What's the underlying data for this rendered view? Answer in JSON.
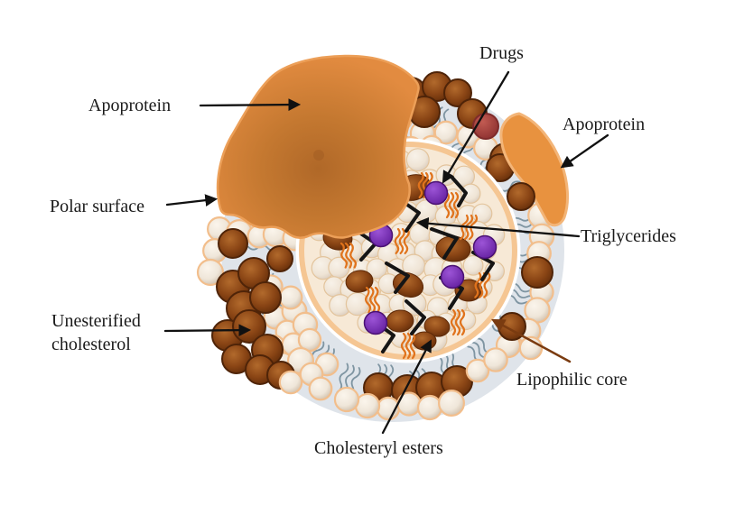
{
  "figure": {
    "type": "diagram",
    "description": "Cross-section of a lipoprotein-based drug delivery nanoparticle",
    "labels": {
      "apoprotein_left": "Apoprotein",
      "polar_surface": "Polar surface",
      "drugs": "Drugs",
      "apoprotein_right": "Apoprotein",
      "triglycerides": "Triglycerides",
      "unesterified_cholesterol_line1": "Unesterified",
      "unesterified_cholesterol_line2": "cholesterol",
      "lipophilic_core": "Lipophilic core",
      "cholesteryl_esters": "Cholesteryl esters"
    },
    "colors": {
      "background": "#FFFFFF",
      "text_color": "#1A1A1A",
      "apoprotein_fill_edge": "#E28B40",
      "apoprotein_fill_center": "#B06828",
      "apoprotein_outline": "#EC9F58",
      "crescent_fill": "#E8923F",
      "crescent_outline": "#F3B578",
      "membrane_gray": "#DFE4EA",
      "tail_gray": "#7F95A2",
      "ring_peach": "#F5C693",
      "core_bg": "#F7E9D6",
      "core_sphere_light": "#F8F2E9",
      "core_sphere_dark": "#D9CABB",
      "core_sphere_outline": "#E3C49C",
      "cream_light": "#FBF5EC",
      "cream_dark": "#CDBCA8",
      "cream_outline": "#F2BE8C",
      "brown_light": "#B26A2C",
      "brown_mid": "#8A4515",
      "brown_dark": "#5E2A08",
      "brown_outline": "#4F2408",
      "red_light": "#C25B52",
      "red_dark": "#8C3030",
      "red_outline": "#7E2B2B",
      "drug_purple_light": "#9C54D6",
      "drug_purple_dark": "#6420A0",
      "drug_purple_outline": "#4A1173",
      "triglyceride_black": "#151515",
      "squiggle_orange": "#E0731C",
      "arrow_black": "#111111",
      "arrow_brown": "#7A3B10"
    }
  }
}
